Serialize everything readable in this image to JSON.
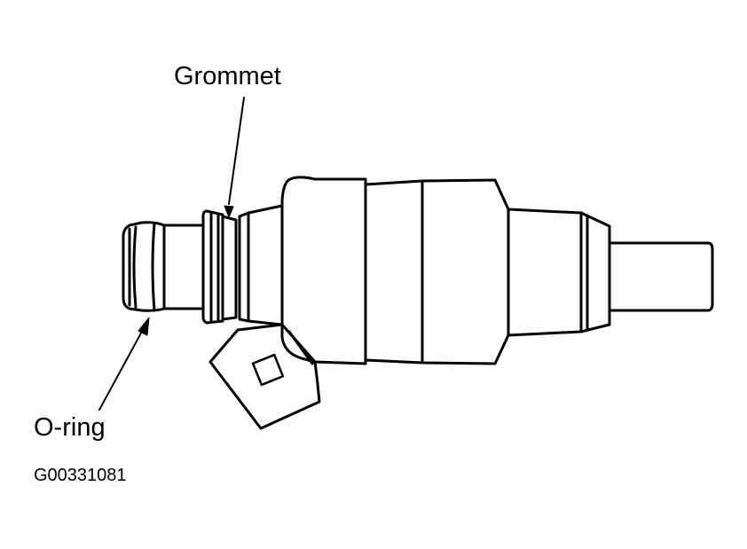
{
  "diagram": {
    "labels": {
      "grommet": "Grommet",
      "o_ring": "O-ring"
    },
    "figure_id": "G00331081"
  },
  "colors": {
    "line": "#000000",
    "background": "#ffffff"
  }
}
